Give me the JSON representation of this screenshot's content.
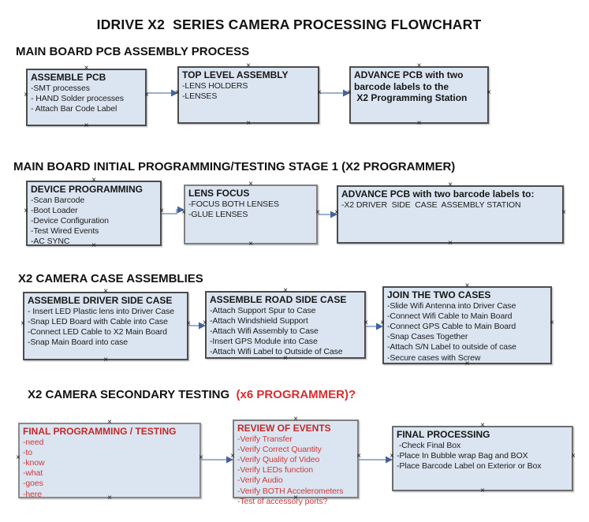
{
  "title": "IDRIVE X2  SERIES CAMERA PROCESSING FLOWCHART",
  "colors": {
    "box_fill": "#dbe5f1",
    "box_border": "#4c4c4c",
    "arrow_line": "#9db1d1",
    "arrow_head": "#44639c",
    "red_heading": "#c42828",
    "red_item": "#cb3b3b",
    "red_bright": "#d32f2f"
  },
  "icons": {
    "connection_point": "×"
  },
  "sections": [
    {
      "heading": "MAIN BOARD PCB ASSEMBLY PROCESS",
      "boxes": [
        {
          "id": "assemble-pcb",
          "title": "ASSEMBLE PCB",
          "items": [
            "-SMT processes",
            "- HAND Solder processes",
            "- Attach Bar Code Label"
          ]
        },
        {
          "id": "top-level-assembly",
          "title": "TOP LEVEL ASSEMBLY",
          "items": [
            "-LENS HOLDERS",
            "-LENSES"
          ]
        },
        {
          "id": "advance-pcb-to-programming-station",
          "title": "ADVANCE PCB with two\nbarcode labels to the\n X2 Programming Station",
          "items": []
        }
      ]
    },
    {
      "heading": "MAIN BOARD INITIAL PROGRAMMING/TESTING STAGE 1 (X2 PROGRAMMER)",
      "boxes": [
        {
          "id": "device-programming",
          "title": "DEVICE PROGRAMMING",
          "items": [
            "-Scan Barcode",
            "-Boot Loader",
            "-Device Configuration",
            "-Test Wired Events",
            "-AC SYNC"
          ]
        },
        {
          "id": "lens-focus",
          "title": "LENS FOCUS",
          "items": [
            "-FOCUS BOTH LENSES",
            "-GLUE LENSES"
          ]
        },
        {
          "id": "advance-pcb-to-driver-side-station",
          "title": "ADVANCE PCB with two barcode labels to:",
          "items": [
            "-X2 DRIVER  SIDE  CASE  ASSEMBLY STATION"
          ]
        }
      ]
    },
    {
      "heading": "X2 CAMERA CASE ASSEMBLIES",
      "boxes": [
        {
          "id": "assemble-driver-side-case",
          "title": "ASSEMBLE DRIVER SIDE CASE",
          "items": [
            "- Insert LED Plastic lens into Driver Case",
            "-Snap LED Board with Cable into Case",
            "-Connect LED Cable to X2 Main Board",
            "-Snap Main Board into case"
          ]
        },
        {
          "id": "assemble-road-side-case",
          "title": "ASSEMBLE ROAD SIDE CASE",
          "items": [
            "-Attach Support Spur to Case",
            "-Attach Windshield Support",
            "-Attach Wifi Assembly to Case",
            "-Insert GPS Module into Case",
            "-Attach Wifi Label to Outside of Case"
          ]
        },
        {
          "id": "join-the-two-cases",
          "title": "JOIN THE TWO CASES",
          "items": [
            "-Slide Wifi Antenna into Driver Case",
            "-Connect Wifi Cable to Main Board",
            "-Connect GPS Cable to Main Board",
            "-Snap Cases Together",
            "-Attach S/N Label to outside of case",
            "-Secure cases with Screw"
          ]
        }
      ]
    },
    {
      "heading": "X2 CAMERA SECONDARY TESTING ",
      "heading_suffix": " (x6 PROGRAMMER)?",
      "boxes": [
        {
          "id": "final-programming-testing",
          "title": "FINAL PROGRAMMING / TESTING",
          "color": "red",
          "items": [
            "-need",
            "-to",
            "-know",
            "-what",
            "-goes",
            "-here"
          ]
        },
        {
          "id": "review-of-events",
          "title": "REVIEW OF EVENTS",
          "color": "red",
          "items": [
            "-Verify Transfer",
            "-Verify Correct Quantity",
            "-Verify Quality of Video",
            "-Verify LEDs function",
            "-Verify Audio",
            "-Verify BOTH Accelerometers",
            "-Test of accessory ports?"
          ]
        },
        {
          "id": "final-processing",
          "title": "FINAL PROCESSING",
          "items": [
            " -Check Final Box",
            "-Place In Bubble wrap Bag and BOX",
            "-Place Barcode Label on Exterior or Box"
          ]
        }
      ]
    }
  ]
}
